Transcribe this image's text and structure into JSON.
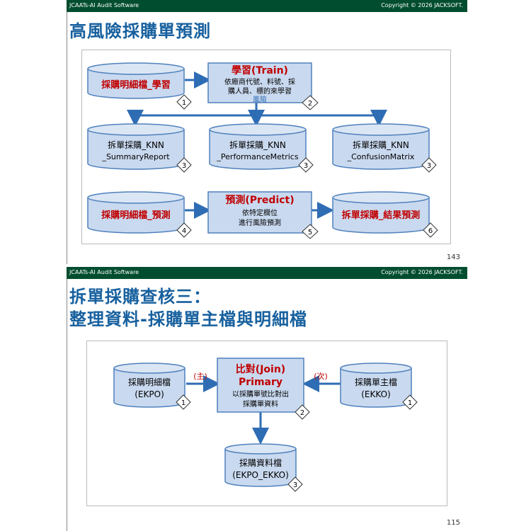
{
  "slide1": {
    "header_left": "JCAATs-AI Audit Software",
    "header_right": "Copyright © 2026 JACKSOFT.",
    "title": "高風險採購單預測",
    "page_number": "143",
    "nodes": {
      "learn_db": {
        "label": "採購明細檔_學習",
        "badge": "1"
      },
      "train": {
        "title": "學習(Train)",
        "line1": "依廠商代號、料號、採",
        "line2": "購人員、標的來學習",
        "line3": "風險",
        "badge": "2"
      },
      "report1": {
        "line1": "拆單採購_KNN",
        "line2": "_SummaryReport",
        "badge": "3"
      },
      "report2": {
        "line1": "拆單採購_KNN",
        "line2": "_PerformanceMetrics",
        "badge": "3"
      },
      "report3": {
        "line1": "拆單採購_KNN",
        "line2": "_ConfusionMatrix",
        "badge": "3"
      },
      "predict_db": {
        "label": "採購明細檔_預測",
        "badge": "4"
      },
      "predict": {
        "title": "預測(Predict)",
        "line1": "依特定欄位",
        "line2": "進行風險預測",
        "badge": "5"
      },
      "result_db": {
        "label": "拆單採購_結果預測",
        "badge": "6"
      }
    }
  },
  "slide2": {
    "header_left": "JCAATs-AI Audit Software",
    "header_right": "Copyright © 2026 JACKSOFT.",
    "title_line1": "拆單採購查核三：",
    "title_line2": "整理資料-採購單主檔與明細檔",
    "page_number": "115",
    "nodes": {
      "ekpo": {
        "line1": "採購明細檔",
        "line2": "(EKPO)",
        "badge": "1"
      },
      "join": {
        "title1": "比對(Join)",
        "title2": "Primary",
        "line1": "以採購單號比對出",
        "line2": "採購單資料",
        "badge": "2"
      },
      "ekko": {
        "line1": "採購單主檔",
        "line2": "(EKKO)",
        "badge": "1"
      },
      "output": {
        "line1": "採購資料檔",
        "line2": "(EKPO_EKKO)",
        "badge": "3"
      }
    },
    "edge_labels": {
      "primary": "(主)",
      "secondary": "(次)"
    }
  },
  "colors": {
    "header_bar": "#004d2f",
    "title_blue": "#17609e",
    "node_fill": "#c9d9ef",
    "node_stroke": "#4f81bd",
    "arrow": "#2e6db4",
    "label_red": "#c00000"
  }
}
